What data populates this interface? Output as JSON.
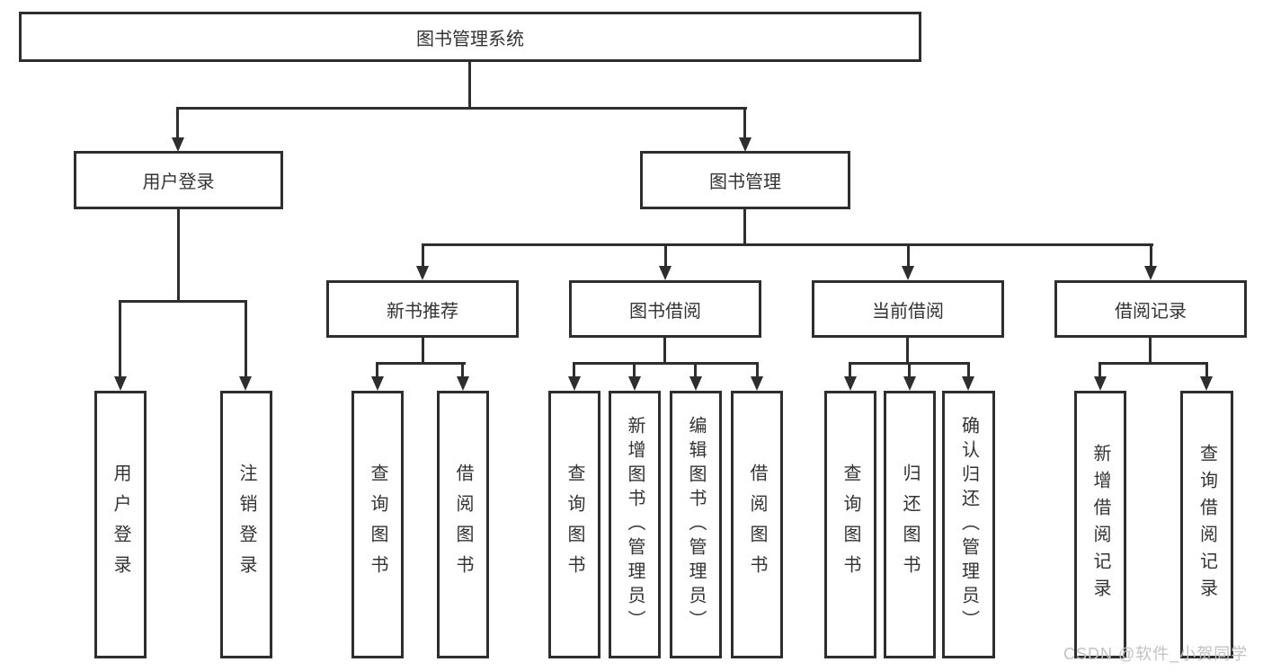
{
  "diagram_title": "图书管理系统",
  "nodes": {
    "root": "图书管理系统",
    "user_login": "用户登录",
    "book_mgmt": "图书管理",
    "new_books": "新书推荐",
    "book_borrow": "图书借阅",
    "current_borrow": "当前借阅",
    "borrow_records": "借阅记录",
    "leaf_user_login": "用户登录",
    "leaf_logout": "注销登录",
    "leaf_nb_query": "查询图书",
    "leaf_nb_borrow": "借阅图书",
    "leaf_bb_query": "查询图书",
    "leaf_bb_add": "新增图书（管理员）",
    "leaf_bb_edit": "编辑图书（管理员）",
    "leaf_bb_borrow": "借阅图书",
    "leaf_cb_query": "查询图书",
    "leaf_cb_return": "归还图书",
    "leaf_cb_confirm": "确认归还（管理员）",
    "leaf_br_add": "新增借阅记录",
    "leaf_br_query": "查询借阅记录"
  },
  "watermark": "CSDN @软件_小贺同学",
  "colors": {
    "line": "#2e2e2e",
    "box_border": "#2e2e2e",
    "box_fill": "#ffffff",
    "text": "#333333",
    "watermark": "#c2c2c2",
    "background": "#ffffff"
  }
}
